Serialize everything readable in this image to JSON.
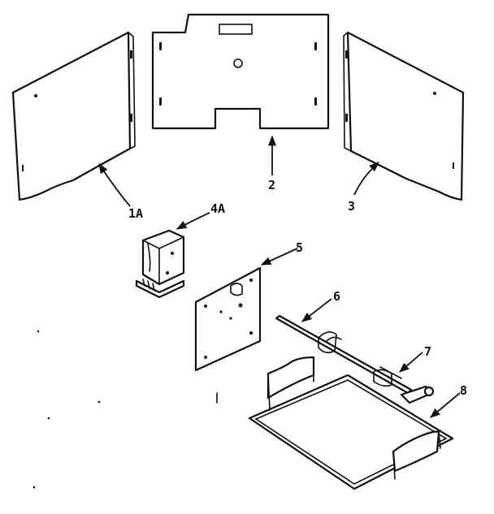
{
  "callouts": {
    "part_1a": "1A",
    "part_2": "2",
    "part_3": "3",
    "part_4a": "4A",
    "part_5": "5",
    "part_6": "6",
    "part_7": "7",
    "part_8": "8"
  }
}
